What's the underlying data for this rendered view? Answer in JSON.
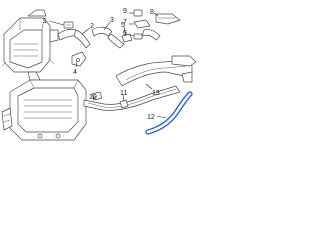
{
  "callouts": {
    "c1": "1",
    "c2": "2",
    "c3": "3",
    "c4": "4",
    "c5": "5",
    "c6": "6",
    "c7": "7",
    "c8": "8",
    "c9": "9",
    "c10": "10",
    "c11": "11",
    "c12": "12",
    "c13": "13"
  },
  "highlighted_part": "12",
  "colors": {
    "line": "#4a4a4a",
    "highlight": "#1f5fd6",
    "background": "#ffffff"
  }
}
